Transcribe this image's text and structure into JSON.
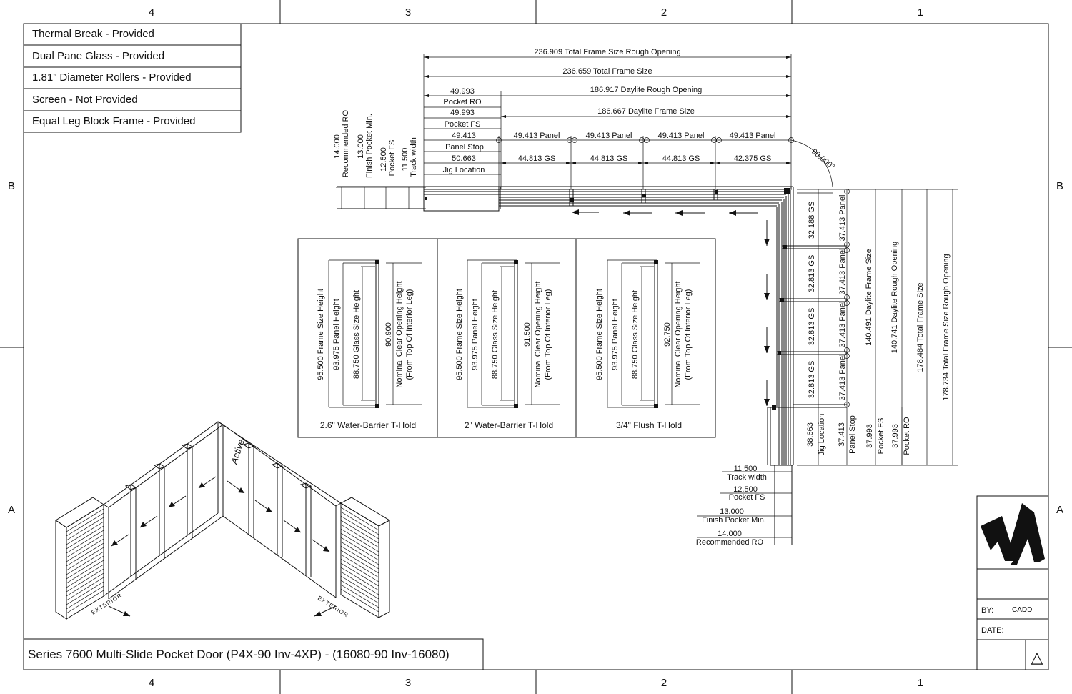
{
  "grid": {
    "columns": [
      "4",
      "3",
      "2",
      "1"
    ],
    "rows": [
      "B",
      "A"
    ]
  },
  "features": [
    "Thermal Break - Provided",
    "Dual Pane Glass - Provided",
    "1.81” Diameter Rollers - Provided",
    "Screen - Not Provided",
    "Equal Leg Block Frame - Provided"
  ],
  "title": "Series 7600 Multi-Slide Pocket Door (P4X-90 Inv-4XP) - (16080-90 Inv-16080)",
  "title_block": {
    "by_label": "BY:",
    "by_value": "CADD",
    "date_label": "DATE:",
    "date_value": "",
    "revision_symbol": "△"
  },
  "plan_top": {
    "overall_ro": "236.909 Total Frame Size Rough Opening",
    "overall_fs": "236.659 Total Frame Size",
    "daylite_ro": "186.917 Daylite Rough Opening",
    "daylite_fs": "186.667 Daylite Frame Size",
    "pocket_ro_value": "49.993",
    "pocket_ro_label": "Pocket RO",
    "pocket_fs_value": "49.993",
    "pocket_fs_label": "Pocket FS",
    "panel_stop_value": "49.413",
    "panel_stop_label": "Panel Stop",
    "jig_value": "50.663",
    "jig_label": "Jig Location",
    "panels": [
      "49.413 Panel",
      "49.413 Panel",
      "49.413 Panel",
      "49.413 Panel"
    ],
    "glass": [
      "44.813 GS",
      "44.813 GS",
      "44.813 GS",
      "42.375 GS"
    ],
    "angle": "90.000°",
    "pocket_dims": [
      {
        "value": "14.000",
        "label": "Recommended RO"
      },
      {
        "value": "13.000",
        "label": "Finish Pocket Min."
      },
      {
        "value": "12.500",
        "label": "Pocket FS"
      },
      {
        "value": "11.500",
        "label": "Track width"
      }
    ]
  },
  "plan_side": {
    "glass": [
      "32.188 GS",
      "32.813 GS",
      "32.813 GS",
      "32.813 GS"
    ],
    "panels": [
      "37.413 Panel",
      "37.413 Panel",
      "37.413 Panel",
      "37.413 Panel"
    ],
    "jig_value": "38.663",
    "jig_label": "Jig Location",
    "panel_stop_value": "37.413",
    "panel_stop_label": "Panel Stop",
    "pocket_fs_value": "37.993",
    "pocket_fs_label": "Pocket FS",
    "pocket_ro_value": "37.993",
    "pocket_ro_label": "Pocket RO",
    "daylite_fs": "140.491 Daylite Frame Size",
    "daylite_ro": "140.741 Daylite Rough Opening",
    "total_fs": "178.484 Total Frame Size",
    "total_ro": "178.734 Total Frame Size Rough Opening",
    "pocket_dims": [
      {
        "value": "11.500",
        "label": "Track width"
      },
      {
        "value": "12.500",
        "label": "Pocket FS"
      },
      {
        "value": "13.000",
        "label": "Finish Pocket Min."
      },
      {
        "value": "14.000",
        "label": "Recommended RO"
      }
    ]
  },
  "sections": [
    {
      "caption": "2.6\" Water-Barrier T-Hold",
      "frame": "95.500 Frame Size Height",
      "panel": "93.975 Panel Height",
      "glass": "88.750 Glass Size Height",
      "clear_value": "90.900",
      "clear_label": "Nominal Clear Opening Height",
      "clear_note": "(From Top Of Interior Leg)"
    },
    {
      "caption": "2\" Water-Barrier T-Hold",
      "frame": "95.500 Frame Size Height",
      "panel": "93.975 Panel Height",
      "glass": "88.750 Glass Size Height",
      "clear_value": "91.500",
      "clear_label": "Nominal Clear Opening Height",
      "clear_note": "(From Top Of Interior Leg)"
    },
    {
      "caption": "3/4\" Flush T-Hold",
      "frame": "95.500 Frame Size Height",
      "panel": "93.975 Panel Height",
      "glass": "88.750 Glass Size Height",
      "clear_value": "92.750",
      "clear_label": "Nominal Clear Opening Height",
      "clear_note": "(From Top Of Interior Leg)"
    }
  ],
  "iso": {
    "active_label": "Active",
    "exterior_label": "EXTERIOR"
  }
}
